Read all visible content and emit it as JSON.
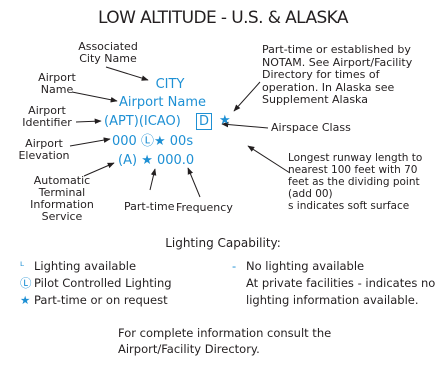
{
  "title": "LOW ALTITUDE - U.S. & ALASKA",
  "airport_block": {
    "city": "CITY",
    "airport_name": "Airport Name",
    "identifier": "(APT)(ICAO)",
    "airspace_class_letter": "D",
    "star_symbol": "★",
    "elevation_line": "000",
    "pcl_symbol": "Ⓛ",
    "runway_value": "00s",
    "atis_value": "(A)",
    "frequency_value": "000.0"
  },
  "labels": {
    "associated_city_line1": "Associated",
    "associated_city_line2": "City Name",
    "airport_name_line1": "Airport",
    "airport_name_line2": "Name",
    "airport_identifier_line1": "Airport",
    "airport_identifier_line2": "Identifier",
    "airport_elevation_line1": "Airport",
    "airport_elevation_line2": "Elevation",
    "atis_line1": "Automatic",
    "atis_line2": "Terminal",
    "atis_line3": "Information",
    "atis_line4": "Service",
    "part_time": "Part-time",
    "frequency": "Frequency",
    "airspace_class": "Airspace Class",
    "notam_line1": "Part-time or established by",
    "notam_line2": "NOTAM. See Airport/Facility",
    "notam_line3": "Directory for times of",
    "notam_line4": "operation. In Alaska see",
    "notam_line5": "Supplement Alaska",
    "runway_line1": "Longest runway length to",
    "runway_line2": "nearest 100 feet with 70",
    "runway_line3": "feet as the dividing point",
    "runway_line4": "(add 00)",
    "runway_line5": "s indicates soft surface"
  },
  "lighting": {
    "heading": "Lighting Capability:",
    "lighting_available_symbol": "ᴸ",
    "lighting_available": "Lighting available",
    "pcl_symbol": "Ⓛ",
    "pilot_controlled": "Pilot Controlled Lighting",
    "part_time_symbol": "★",
    "part_time": "Part-time or on request",
    "no_lighting_symbol": "-",
    "no_lighting": "No lighting available",
    "private_line1": "At private facilities - indicates no",
    "private_line2": "lighting information available."
  },
  "footer": {
    "line1": "For complete information consult the",
    "line2": "Airport/Facility Directory."
  },
  "colors": {
    "symbol_blue": "#1e90d4",
    "text_dark": "#231f20"
  }
}
